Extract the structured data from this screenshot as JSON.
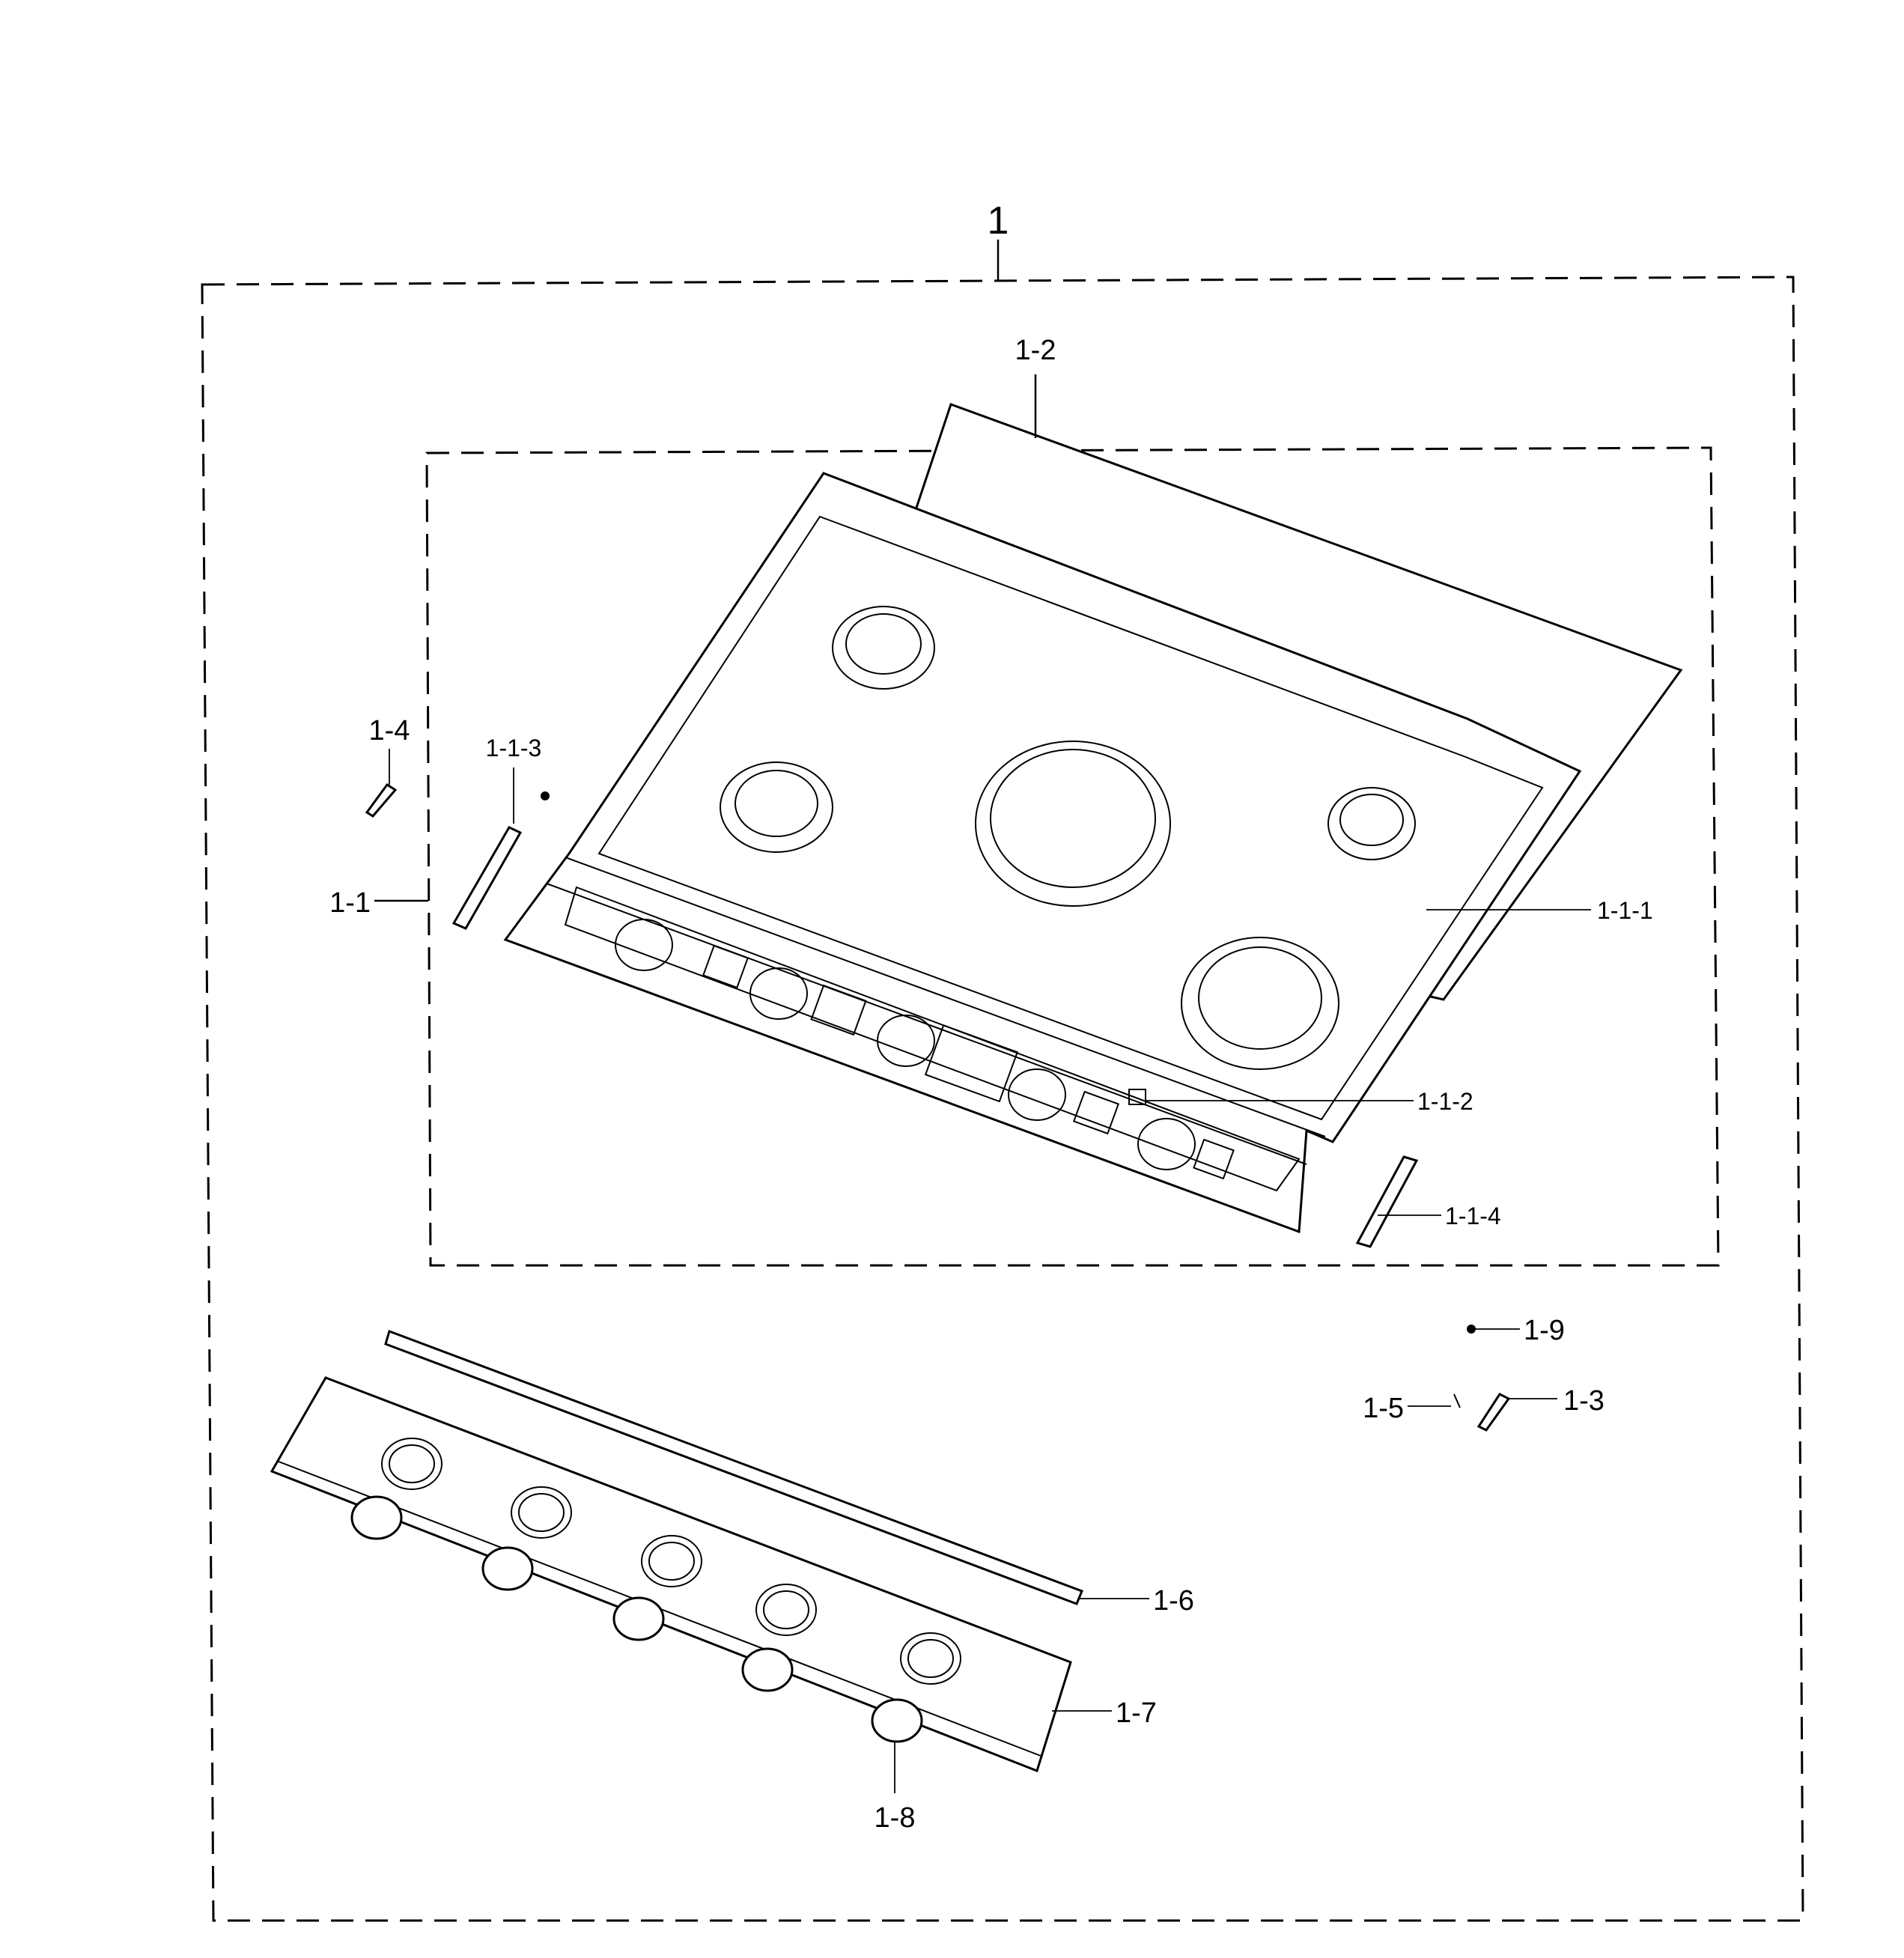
{
  "labels": {
    "assembly": "1",
    "cooktop_sheet": "1-2",
    "cooktop_assy": "1-1",
    "top_panel": "1-1-1",
    "bracket": "1-1-2",
    "trim_left": "1-1-3",
    "trim_right": "1-1-4",
    "hinge_left": "1-4",
    "hinge_right": "1-3",
    "screw_small": "1-5",
    "screw_dot": "1-9",
    "strip": "1-6",
    "control_panel": "1-7",
    "knob_ring": "1-8"
  }
}
